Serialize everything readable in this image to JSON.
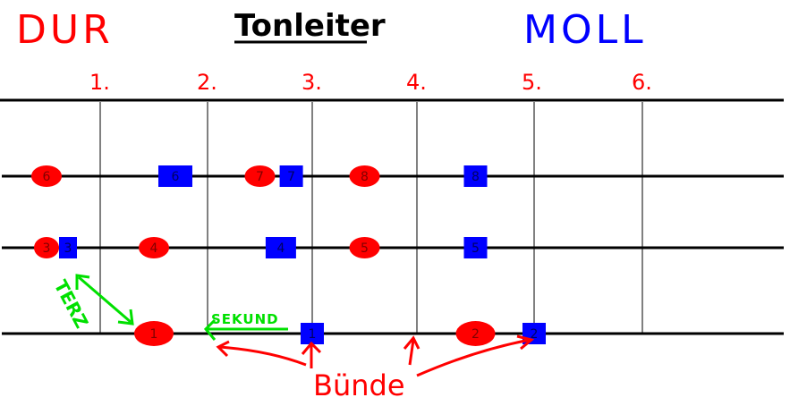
{
  "header": {
    "left_label": "DUR",
    "title": "Tonleiter",
    "right_label": "MOLL"
  },
  "colors": {
    "major": "#ff0000",
    "minor": "#0000ff",
    "annotation": "#00e000",
    "line": "#000000"
  },
  "frets": {
    "numbers": [
      "1.",
      "2.",
      "3.",
      "4.",
      "5.",
      "6."
    ]
  },
  "strings": {
    "count": 4
  },
  "notes": {
    "major": [
      {
        "label": "1",
        "string": 1,
        "pos": 0.5
      },
      {
        "label": "2",
        "string": 1,
        "pos": 3.5
      },
      {
        "label": "3",
        "string": 2,
        "pos": -0.5
      },
      {
        "label": "4",
        "string": 2,
        "pos": 0.5
      },
      {
        "label": "5",
        "string": 2,
        "pos": 2.5
      },
      {
        "label": "6",
        "string": 3,
        "pos": -0.5
      },
      {
        "label": "7",
        "string": 3,
        "pos": 1.5
      },
      {
        "label": "8",
        "string": 3,
        "pos": 2.5
      }
    ],
    "minor": [
      {
        "label": "1",
        "string": 1,
        "pos": 2.0
      },
      {
        "label": "2",
        "string": 1,
        "pos": 4.0
      },
      {
        "label": "3",
        "string": 2,
        "pos": -0.3
      },
      {
        "label": "4",
        "string": 2,
        "pos": 1.7
      },
      {
        "label": "5",
        "string": 2,
        "pos": 3.5
      },
      {
        "label": "6",
        "string": 3,
        "pos": 0.7
      },
      {
        "label": "7",
        "string": 3,
        "pos": 1.8
      },
      {
        "label": "8",
        "string": 3,
        "pos": 3.5
      }
    ]
  },
  "annotations": {
    "terz": "TERZ",
    "sekund": "SEKUND",
    "bunde": "Bünde"
  }
}
